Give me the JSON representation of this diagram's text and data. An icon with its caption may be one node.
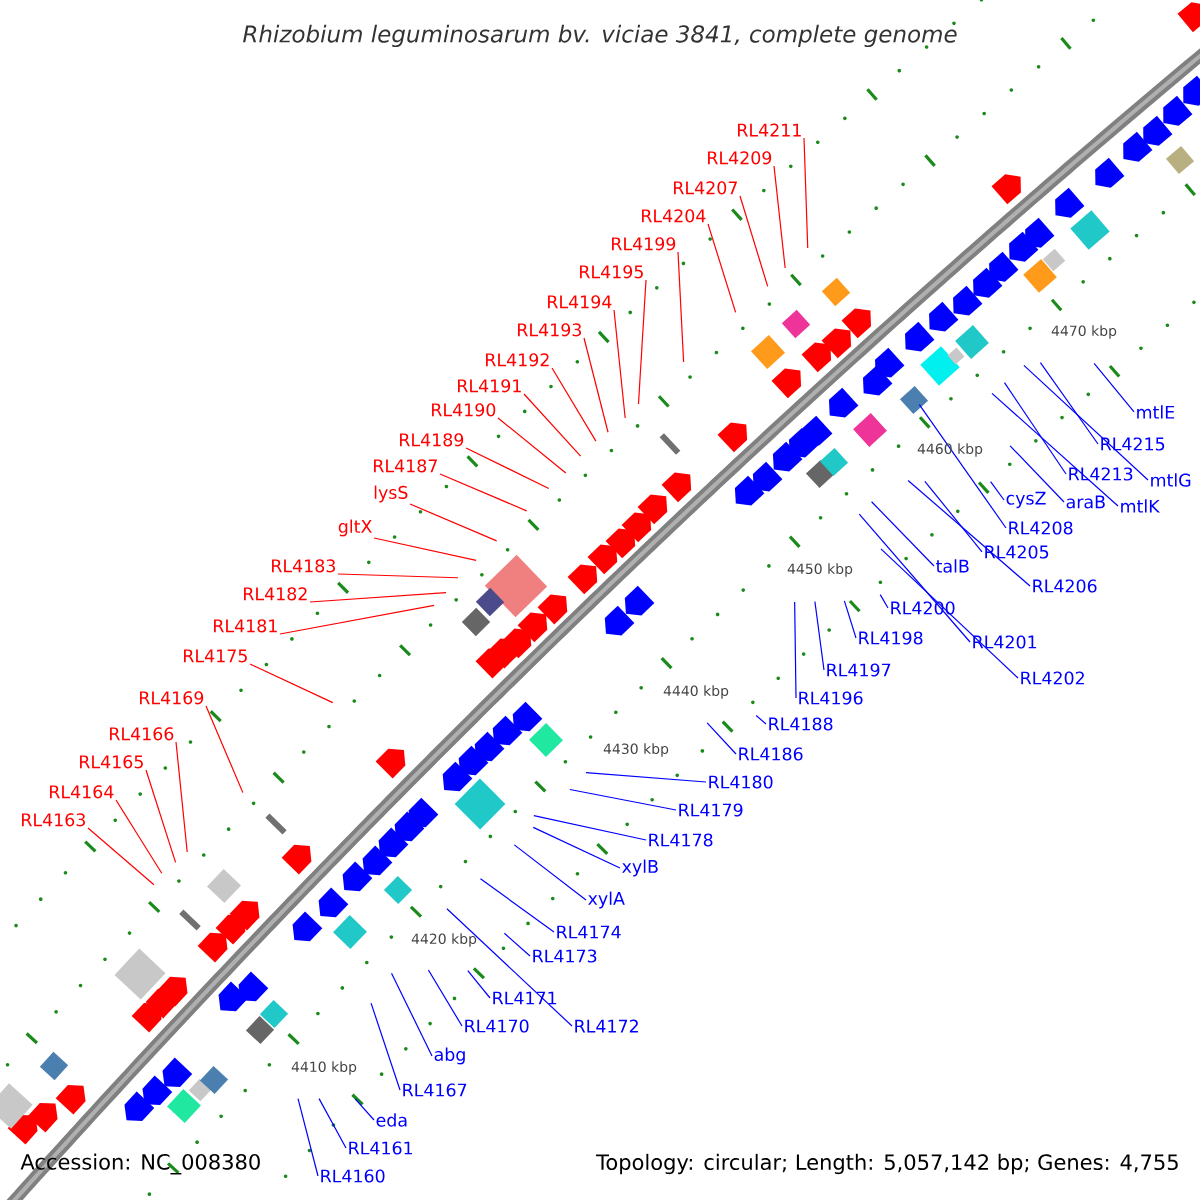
{
  "diagram": {
    "title": "Rhizobium leguminosarum bv. viciae 3841, complete genome",
    "nodes": [
      {
        "text": [
          "RL4211"
        ]
      },
      {
        "text": [
          "RL4209"
        ]
      },
      {
        "text": [
          "RL4207"
        ]
      },
      {
        "text": [
          "RL4204"
        ]
      },
      {
        "text": [
          "RL4199"
        ]
      },
      {
        "text": [
          "RL4195"
        ]
      },
      {
        "text": [
          "RL4194"
        ]
      },
      {
        "text": [
          "RL4193"
        ]
      },
      {
        "text": [
          "RL4192"
        ]
      },
      {
        "text": [
          "RL4191"
        ]
      },
      {
        "text": [
          "RL4190"
        ]
      },
      {
        "text": [
          "RL4189"
        ]
      },
      {
        "text": [
          "RL4187"
        ]
      },
      {
        "text": [
          "lysS"
        ]
      },
      {
        "text": [
          "gltX"
        ]
      },
      {
        "text": [
          "RL4183"
        ]
      },
      {
        "text": [
          "RL4182"
        ]
      },
      {
        "text": [
          "RL4181"
        ]
      },
      {
        "text": [
          "RL4175"
        ]
      },
      {
        "text": [
          "RL4169"
        ]
      },
      {
        "text": [
          "RL4166"
        ]
      },
      {
        "text": [
          "RL4165"
        ]
      },
      {
        "text": [
          "RL4164"
        ]
      },
      {
        "text": [
          "RL4163"
        ]
      },
      {
        "text": [
          "mtlE"
        ]
      },
      {
        "text": [
          "RL4215"
        ]
      },
      {
        "text": [
          "mtlG"
        ]
      },
      {
        "text": [
          "RL4213"
        ]
      },
      {
        "text": [
          "mtlK"
        ]
      },
      {
        "text": [
          "araB"
        ]
      },
      {
        "text": [
          "cysZ"
        ]
      },
      {
        "text": [
          "RL4208"
        ]
      },
      {
        "text": [
          "RL4205"
        ]
      },
      {
        "text": [
          "RL4206"
        ]
      },
      {
        "text": [
          "talB"
        ]
      },
      {
        "text": [
          "RL4200"
        ]
      },
      {
        "text": [
          "RL4201"
        ]
      },
      {
        "text": [
          "RL4202"
        ]
      },
      {
        "text": [
          "RL4198"
        ]
      },
      {
        "text": [
          "RL4197"
        ]
      },
      {
        "text": [
          "RL4196"
        ]
      },
      {
        "text": [
          "RL4188"
        ]
      },
      {
        "text": [
          "RL4186"
        ]
      },
      {
        "text": [
          "RL4180"
        ]
      },
      {
        "text": [
          "RL4179"
        ]
      },
      {
        "text": [
          "RL4178"
        ]
      },
      {
        "text": [
          "xylB"
        ]
      },
      {
        "text": [
          "xylA"
        ]
      },
      {
        "text": [
          "RL4174"
        ]
      },
      {
        "text": [
          "RL4173"
        ]
      },
      {
        "text": [
          "RL4172"
        ]
      },
      {
        "text": [
          "RL4171"
        ]
      },
      {
        "text": [
          "RL4170"
        ]
      },
      {
        "text": [
          "abg"
        ]
      },
      {
        "text": [
          "RL4167"
        ]
      },
      {
        "text": [
          "eda"
        ]
      },
      {
        "text": [
          "RL4161"
        ]
      },
      {
        "text": [
          "RL4160"
        ]
      }
    ],
    "edges": [
      {
        "from": 0,
        "to": null,
        "arrow": "none",
        "color": "#ff0000"
      },
      {
        "from": 1,
        "to": null,
        "arrow": "none",
        "color": "#ff0000"
      },
      {
        "from": 2,
        "to": null,
        "arrow": "none",
        "color": "#ff0000"
      },
      {
        "from": 3,
        "to": null,
        "arrow": "none",
        "color": "#ff0000"
      },
      {
        "from": 4,
        "to": null,
        "arrow": "none",
        "color": "#ff0000"
      },
      {
        "from": 5,
        "to": null,
        "arrow": "none",
        "color": "#ff0000"
      },
      {
        "from": 6,
        "to": null,
        "arrow": "none",
        "color": "#ff0000"
      },
      {
        "from": 7,
        "to": null,
        "arrow": "none",
        "color": "#ff0000"
      },
      {
        "from": 8,
        "to": null,
        "arrow": "none",
        "color": "#ff0000"
      },
      {
        "from": 9,
        "to": null,
        "arrow": "none",
        "color": "#ff0000"
      },
      {
        "from": 10,
        "to": null,
        "arrow": "none",
        "color": "#ff0000"
      },
      {
        "from": 11,
        "to": null,
        "arrow": "none",
        "color": "#ff0000"
      },
      {
        "from": 12,
        "to": null,
        "arrow": "none",
        "color": "#ff0000"
      },
      {
        "from": 13,
        "to": null,
        "arrow": "none",
        "color": "#ff0000"
      },
      {
        "from": 14,
        "to": null,
        "arrow": "none",
        "color": "#ff0000"
      },
      {
        "from": 15,
        "to": null,
        "arrow": "none",
        "color": "#ff0000"
      },
      {
        "from": 16,
        "to": null,
        "arrow": "none",
        "color": "#ff0000"
      },
      {
        "from": 17,
        "to": null,
        "arrow": "none",
        "color": "#ff0000"
      },
      {
        "from": 18,
        "to": null,
        "arrow": "none",
        "color": "#ff0000"
      },
      {
        "from": 19,
        "to": null,
        "arrow": "none",
        "color": "#ff0000"
      },
      {
        "from": 20,
        "to": null,
        "arrow": "none",
        "color": "#ff0000"
      },
      {
        "from": 21,
        "to": null,
        "arrow": "none",
        "color": "#ff0000"
      },
      {
        "from": 22,
        "to": null,
        "arrow": "none",
        "color": "#ff0000"
      },
      {
        "from": 23,
        "to": null,
        "arrow": "none",
        "color": "#ff0000"
      },
      {
        "from": 24,
        "to": null,
        "arrow": "none"
      },
      {
        "from": 25,
        "to": null,
        "arrow": "none"
      },
      {
        "from": 26,
        "to": null,
        "arrow": "none"
      },
      {
        "from": 27,
        "to": null,
        "arrow": "none"
      },
      {
        "from": 28,
        "to": null,
        "arrow": "none"
      },
      {
        "from": 29,
        "to": null,
        "arrow": "none"
      },
      {
        "from": 30,
        "to": null,
        "arrow": "none"
      },
      {
        "from": 31,
        "to": null,
        "arrow": "none"
      },
      {
        "from": 32,
        "to": null,
        "arrow": "none"
      },
      {
        "from": 33,
        "to": null,
        "arrow": "none"
      },
      {
        "from": 34,
        "to": null,
        "arrow": "none"
      },
      {
        "from": 35,
        "to": null,
        "arrow": "none"
      },
      {
        "from": 36,
        "to": null,
        "arrow": "none"
      },
      {
        "from": 37,
        "to": null,
        "arrow": "none"
      },
      {
        "from": 38,
        "to": null,
        "arrow": "none"
      },
      {
        "from": 39,
        "to": null,
        "arrow": "none"
      },
      {
        "from": 40,
        "to": null,
        "arrow": "none"
      },
      {
        "from": 41,
        "to": null,
        "arrow": "none"
      },
      {
        "from": 42,
        "to": null,
        "arrow": "none"
      },
      {
        "from": 43,
        "to": null,
        "arrow": "none"
      },
      {
        "from": 44,
        "to": null,
        "arrow": "none"
      },
      {
        "from": 45,
        "to": null,
        "arrow": "none"
      },
      {
        "from": 46,
        "to": null,
        "arrow": "none"
      },
      {
        "from": 47,
        "to": null,
        "arrow": "none"
      },
      {
        "from": 48,
        "to": null,
        "arrow": "none"
      },
      {
        "from": 49,
        "to": null,
        "arrow": "none"
      },
      {
        "from": 50,
        "to": null,
        "arrow": "none"
      },
      {
        "from": 51,
        "to": null,
        "arrow": "none"
      },
      {
        "from": 52,
        "to": null,
        "arrow": "none"
      },
      {
        "from": 53,
        "to": null,
        "arrow": "none"
      },
      {
        "from": 54,
        "to": null,
        "arrow": "none"
      },
      {
        "from": 55,
        "to": null,
        "arrow": "none"
      },
      {
        "from": 56,
        "to": null,
        "arrow": "none"
      },
      {
        "from": 57,
        "to": null,
        "arrow": "none"
      }
    ],
    "labels": [
      "4470 kbp",
      "4460 kbp",
      "4450 kbp",
      "4440 kbp",
      "4430 kbp",
      "4420 kbp",
      "4410 kbp",
      "Accession: NC_008380",
      "Topology: circular; Length: 5,057,142 bp; Genes: 4,755"
    ]
  }
}
